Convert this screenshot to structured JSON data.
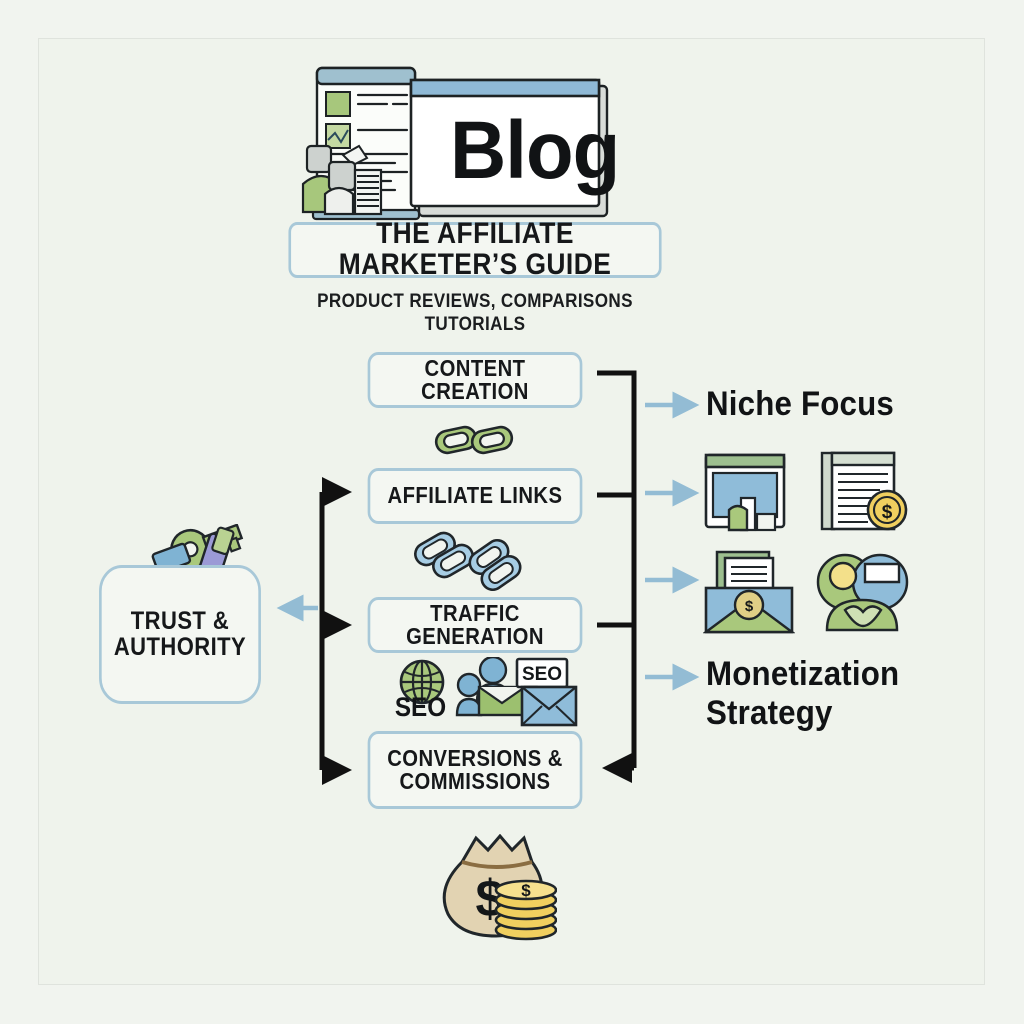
{
  "page": {
    "background_color": "#f1f4ef",
    "frame_color": "#dfe3dd",
    "accent_border": "#a8c8d8",
    "arrow_blue": "#93bcd4",
    "arrow_black": "#111111",
    "green": "#9cc06f",
    "blue": "#7fb3d3",
    "gold": "#f0cf5f"
  },
  "header": {
    "hero_word": "Blog",
    "title": "THE AFFILIATE MARKETER’S GUIDE",
    "subtitle_line1": "PRODUCT REVIEWS, COMPARISONS",
    "subtitle_line2": "TUTORIALS"
  },
  "flow": {
    "boxes": [
      {
        "id": "content",
        "label": "CONTENT CREATION"
      },
      {
        "id": "links",
        "label": "AFFILIATE LINKS"
      },
      {
        "id": "traffic",
        "label": "TRAFFIC GENERATION"
      },
      {
        "id": "convert",
        "label_line1": "CONVERSIONS &",
        "label_line2": "COMMISSIONS"
      }
    ]
  },
  "side": {
    "trust_line1": "TRUST &",
    "trust_line2": "AUTHORITY"
  },
  "right": {
    "niche_focus": "Niche Focus",
    "monetization_line1": "Monetization",
    "monetization_line2": "Strategy"
  },
  "icons": {
    "seo_caption": "SEO",
    "seo_bubble": "SEO",
    "money_symbol": "$",
    "coin_symbol": "$",
    "blog_screen_icon": "blog-screen-icon",
    "chain_green_icon": "green-chain-link-icon",
    "chain_blue_icon": "blue-chain-link-icon",
    "globe_icon": "globe-seo-icon",
    "people_mail_icon": "people-email-icon",
    "envelope_icon": "envelope-icon",
    "browser_window_icon": "browser-window-icon",
    "document_coin_icon": "document-with-coin-icon",
    "mail_money_icon": "mail-money-icon",
    "handshake_icon": "handshake-deal-icon",
    "key_icon": "keys-trust-icon",
    "money_bag_icon": "money-bag-icon",
    "coin_stack_icon": "coin-stack-icon"
  }
}
